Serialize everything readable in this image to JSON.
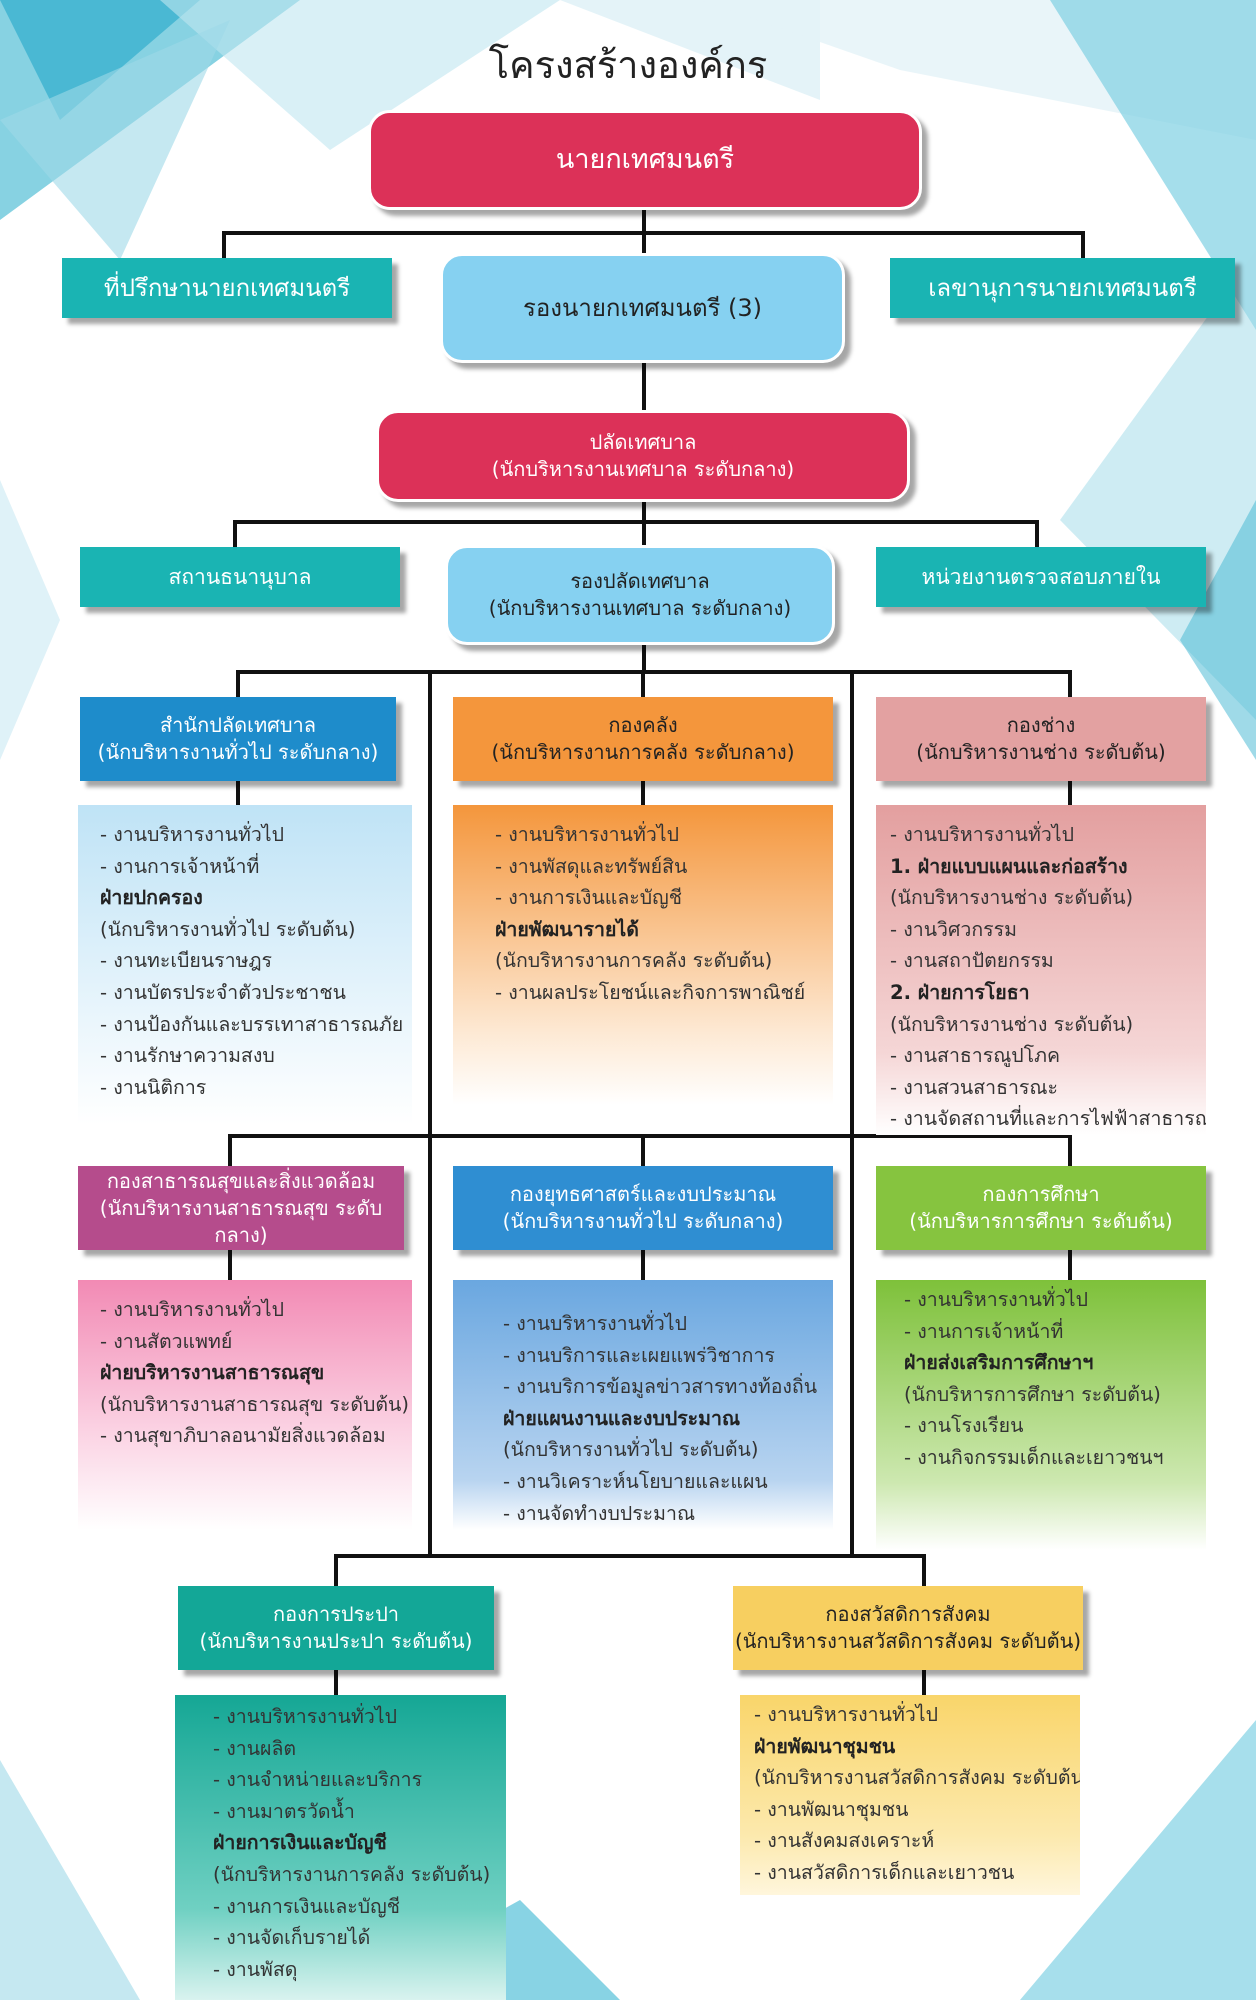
{
  "title": "โครงสร้างองค์กร",
  "colors": {
    "mayor": "#dc3158",
    "deputy": "#86d1f1",
    "side": "#1ab4b3",
    "office": "#1e8ccb",
    "finance": "#f4963c",
    "engineering": "#e3a1a1",
    "health": "#b54c8c",
    "strategy": "#2f8ed2",
    "education": "#86c43f",
    "water": "#13a797",
    "welfare": "#f7cf60"
  },
  "top": {
    "mayor": "นายกเทศมนตรี",
    "advisor": "ที่ปรึกษานายกเทศมนตรี",
    "deputy_mayor": "รองนายกเทศมนตรี (3)",
    "secretary": "เลขานุการนายกเทศมนตรี"
  },
  "clerk": {
    "title": "ปลัดเทศบาล",
    "subtitle": "(นักบริหารงานเทศบาล ระดับกลาง)",
    "pawnshop": "สถานธนานุบาล",
    "deputy_title": "รองปลัดเทศบาล",
    "deputy_subtitle": "(นักบริหารงานเทศบาล ระดับกลาง)",
    "audit": "หน่วยงานตรวจสอบภายใน"
  },
  "departments": [
    {
      "title": "สำนักปลัดเทศบาล",
      "subtitle": "(นักบริหารงานทั่วไป ระดับกลาง)",
      "items": [
        "- งานบริหารงานทั่วไป",
        "- งานการเจ้าหน้าที่",
        "ฝ่ายปกครอง",
        "(นักบริหารงานทั่วไป ระดับต้น)",
        "- งานทะเบียนราษฎร",
        "- งานบัตรประจำตัวประชาชน",
        "- งานป้องกันและบรรเทาสาธารณภัย",
        "- งานรักษาความสงบ",
        "- งานนิติการ"
      ]
    },
    {
      "title": "กองคลัง",
      "subtitle": "(นักบริหารงานการคลัง ระดับกลาง)",
      "items": [
        "- งานบริหารงานทั่วไป",
        "- งานพัสดุและทรัพย์สิน",
        "- งานการเงินและบัญชี",
        "ฝ่ายพัฒนารายได้",
        "(นักบริหารงานการคลัง ระดับต้น)",
        "- งานผลประโยชน์และกิจการพาณิชย์"
      ]
    },
    {
      "title": "กองช่าง",
      "subtitle": "(นักบริหารงานช่าง ระดับต้น)",
      "items": [
        "- งานบริหารงานทั่วไป",
        "1. ฝ่ายแบบแผนและก่อสร้าง",
        "(นักบริหารงานช่าง ระดับต้น)",
        "- งานวิศวกรรม",
        "- งานสถาปัตยกรรม",
        "2. ฝ่ายการโยธา",
        "(นักบริหารงานช่าง ระดับต้น)",
        "- งานสาธารณูปโภค",
        "- งานสวนสาธารณะ",
        "- งานจัดสถานที่และการไฟฟ้าสาธารณะ"
      ]
    },
    {
      "title": "กองสาธารณสุขและสิ่งแวดล้อม",
      "subtitle": "(นักบริหารงานสาธารณสุข ระดับกลาง)",
      "items": [
        "- งานบริหารงานทั่วไป",
        "- งานสัตวแพทย์",
        "ฝ่ายบริหารงานสาธารณสุข",
        "(นักบริหารงานสาธารณสุข ระดับต้น)",
        "- งานสุขาภิบาลอนามัยสิ่งแวดล้อม"
      ]
    },
    {
      "title": "กองยุทธศาสตร์และงบประมาณ",
      "subtitle": "(นักบริหารงานทั่วไป ระดับกลาง)",
      "items": [
        "- งานบริหารงานทั่วไป",
        "- งานบริการและเผยแพร่วิชาการ",
        "- งานบริการข้อมูลข่าวสารทางท้องถิ่น",
        "ฝ่ายแผนงานและงบประมาณ",
        "(นักบริหารงานทั่วไป ระดับต้น)",
        "- งานวิเคราะห์นโยบายและแผน",
        "- งานจัดทำงบประมาณ"
      ]
    },
    {
      "title": "กองการศึกษา",
      "subtitle": "(นักบริหารการศึกษา ระดับต้น)",
      "items": [
        "- งานบริหารงานทั่วไป",
        "- งานการเจ้าหน้าที่",
        "ฝ่ายส่งเสริมการศึกษาฯ",
        "(นักบริหารการศึกษา ระดับต้น)",
        "- งานโรงเรียน",
        "- งานกิจกรรมเด็กและเยาวชนฯ"
      ]
    },
    {
      "title": "กองการประปา",
      "subtitle": "(นักบริหารงานประปา ระดับต้น)",
      "items": [
        "- งานบริหารงานทั่วไป",
        "- งานผลิต",
        "- งานจำหน่ายและบริการ",
        "- งานมาตรวัดน้ำ",
        "ฝ่ายการเงินและบัญชี",
        "(นักบริหารงานการคลัง ระดับต้น)",
        "- งานการเงินและบัญชี",
        "- งานจัดเก็บรายได้",
        "- งานพัสดุ"
      ]
    },
    {
      "title": "กองสวัสดิการสังคม",
      "subtitle": "(นักบริหารงานสวัสดิการสังคม ระดับต้น)",
      "items": [
        "- งานบริหารงานทั่วไป",
        "ฝ่ายพัฒนาชุมชน",
        "(นักบริหารงานสวัสดิการสังคม ระดับต้น)",
        "- งานพัฒนาชุมชน",
        "- งานสังคมสงเคราะห์",
        "- งานสวัสดิการเด็กและเยาวชน"
      ]
    }
  ]
}
